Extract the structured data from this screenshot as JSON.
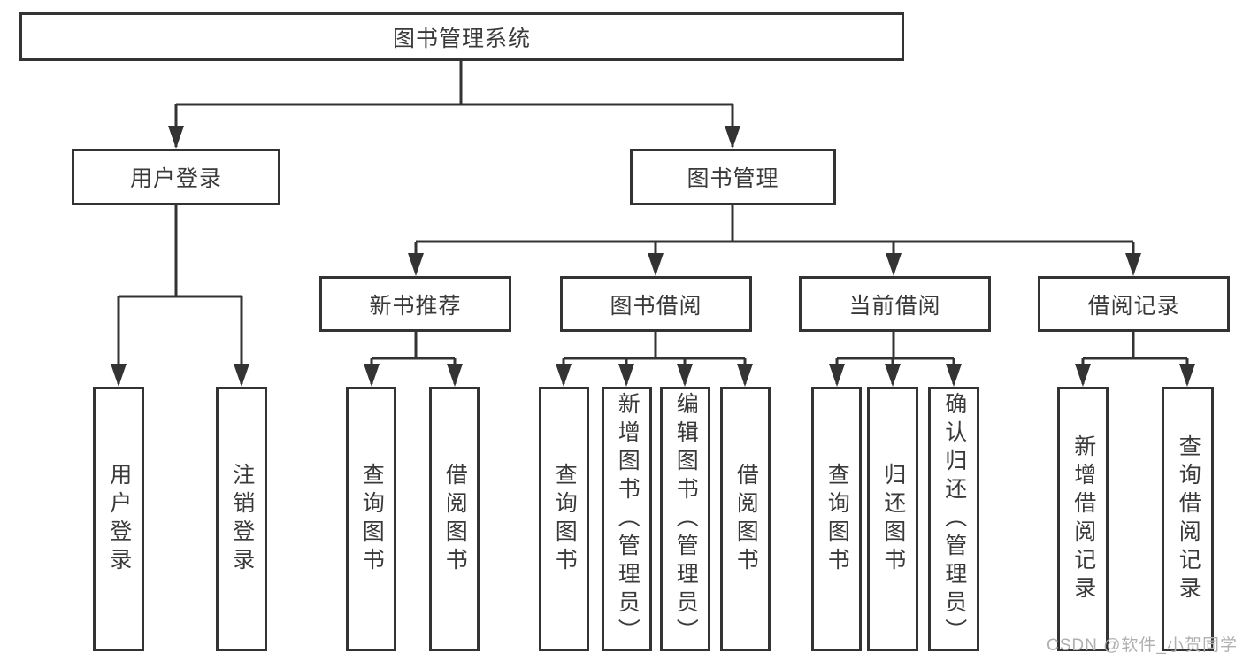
{
  "diagram": {
    "type": "hierarchy-tree",
    "root": "图书管理系统",
    "level1": {
      "user_login": "用户登录",
      "book_management": "图书管理"
    },
    "level2": {
      "new_book_recommend": "新书推荐",
      "book_borrowing": "图书借阅",
      "current_borrowing": "当前借阅",
      "borrowing_records": "借阅记录"
    },
    "leaves": {
      "user_login": "用户登录",
      "logout": "注销登录",
      "query_books_recommend": "查询图书",
      "borrow_books_recommend": "借阅图书",
      "query_books_borrowing": "查询图书",
      "add_books_admin": "新增图书（管理员）",
      "edit_books_admin": "编辑图书（管理员）",
      "borrow_books_borrowing": "借阅图书",
      "query_books_current": "查询图书",
      "return_books": "归还图书",
      "confirm_return_admin": "确认归还（管理员）",
      "add_borrow_record": "新增借阅记录",
      "query_borrow_record": "查询借阅记录"
    },
    "hierarchy": {
      "图书管理系统": [
        "用户登录",
        "图书管理"
      ],
      "用户登录": [
        "用户登录",
        "注销登录"
      ],
      "图书管理": [
        "新书推荐",
        "图书借阅",
        "当前借阅",
        "借阅记录"
      ],
      "新书推荐": [
        "查询图书",
        "借阅图书"
      ],
      "图书借阅": [
        "查询图书",
        "新增图书（管理员）",
        "编辑图书（管理员）",
        "借阅图书"
      ],
      "当前借阅": [
        "查询图书",
        "归还图书",
        "确认归还（管理员）"
      ],
      "借阅记录": [
        "新增借阅记录",
        "查询借阅记录"
      ]
    },
    "colors": {
      "line": "#333333",
      "text": "#3a3a3a",
      "background": "#ffffff",
      "watermark": "#b0b0b0"
    },
    "watermark": "CSDN @软件_小贺同学"
  }
}
